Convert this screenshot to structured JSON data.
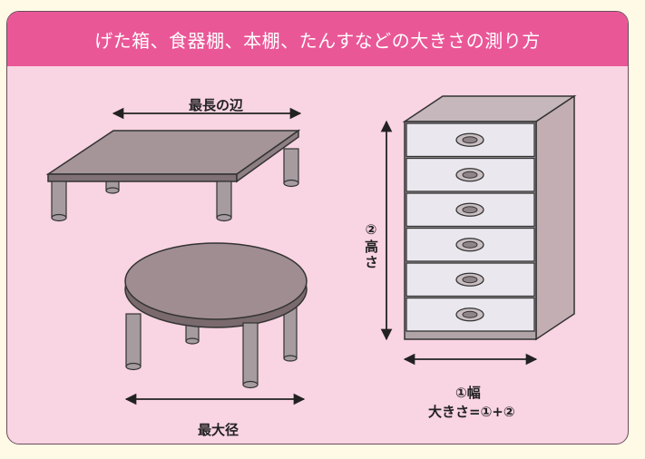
{
  "header": {
    "title": "げた箱、食器棚、本棚、たんすなどの大きさの測り方"
  },
  "labels": {
    "longest_side": "最長の辺",
    "max_diameter": "最大径",
    "height": "②高さ",
    "width": "①幅",
    "size_formula": "大きさ=①+②"
  },
  "colors": {
    "header_bg": "#ea5797",
    "panel_bg": "#f9d4e2",
    "furniture": "#a09090",
    "drawer": "#eae7ee"
  }
}
